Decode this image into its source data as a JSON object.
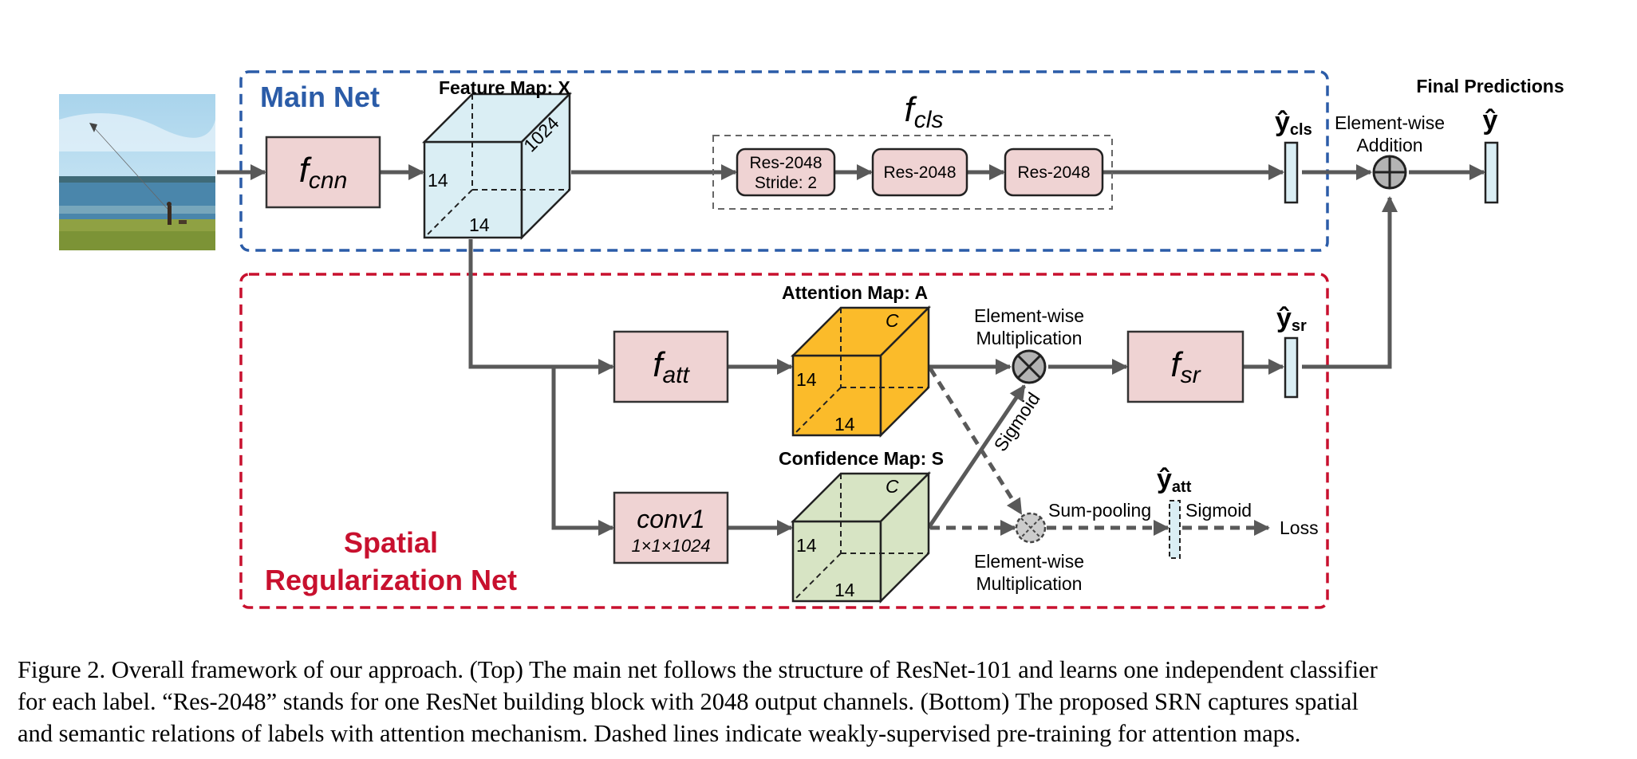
{
  "figure": {
    "main_net_label": "Main Net",
    "srn_label_line1": "Spatial",
    "srn_label_line2": "Regularization Net",
    "feature_map_title": "Feature Map: X",
    "feature_dims": {
      "width": "14",
      "height": "14",
      "depth": "1024"
    },
    "f_cnn": {
      "base": "f",
      "sub": "cnn"
    },
    "f_cls": {
      "base": "f",
      "sub": "cls"
    },
    "res_blocks": [
      {
        "line1": "Res-2048",
        "line2": "Stride: 2"
      },
      {
        "line1": "Res-2048",
        "line2": ""
      },
      {
        "line1": "Res-2048",
        "line2": ""
      }
    ],
    "y_cls": {
      "base": "ŷ",
      "sub": "cls"
    },
    "y_sr": {
      "base": "ŷ",
      "sub": "sr"
    },
    "y_att": {
      "base": "ŷ",
      "sub": "att"
    },
    "y_final": "ŷ",
    "final_predictions": "Final Predictions",
    "addition_line1": "Element-wise",
    "addition_line2": "Addition",
    "attention_map_title": "Attention Map: A",
    "confidence_map_title": "Confidence Map: S",
    "map_dims": {
      "width": "14",
      "height": "14",
      "depth": "C"
    },
    "f_att": {
      "base": "f",
      "sub": "att"
    },
    "f_sr": {
      "base": "f",
      "sub": "sr"
    },
    "conv1_line1": "conv1",
    "conv1_line2": "1×1×1024",
    "mult_top_line1": "Element-wise",
    "mult_top_line2": "Multiplication",
    "mult_bottom_line1": "Element-wise",
    "mult_bottom_line2": "Multiplication",
    "sigmoid_diag": "Sigmoid",
    "sum_pooling": "Sum-pooling",
    "sigmoid_bottom": "Sigmoid",
    "loss": "Loss"
  },
  "caption": {
    "line1": "Figure 2. Overall framework of our approach. (Top) The main net follows the structure of ResNet-101 and learns one independent classifier",
    "line2": "for each label. “Res-2048” stands for one ResNet building block with 2048 output channels. (Bottom) The proposed SRN captures spatial",
    "line3": "and semantic relations of labels with attention mechanism. Dashed lines indicate weakly-supervised pre-training for attention maps."
  },
  "colors": {
    "main_net": "#2b5ca8",
    "srn": "#c8102e",
    "module_fill": "#efd3d3",
    "feature_cube": "#daeef4",
    "attention_cube": "#fbbb2a",
    "confidence_cube": "#d7e4c4",
    "arrow": "#595959"
  }
}
